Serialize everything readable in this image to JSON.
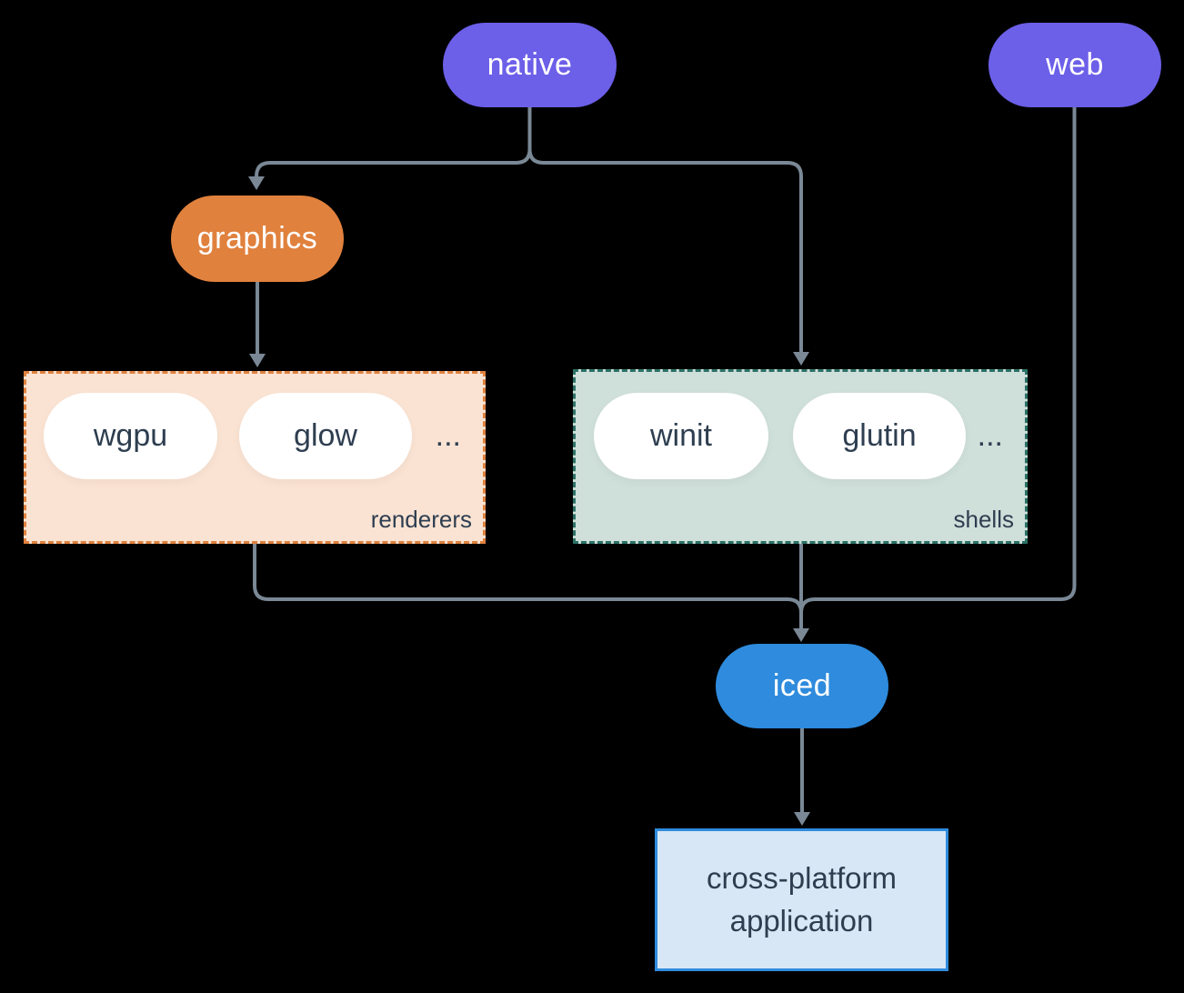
{
  "diagram": {
    "nodes": {
      "native": {
        "label": "native",
        "color": "#6C5FE8"
      },
      "web": {
        "label": "web",
        "color": "#6C5FE8"
      },
      "graphics": {
        "label": "graphics",
        "color": "#E0813D"
      },
      "wgpu": {
        "label": "wgpu"
      },
      "glow": {
        "label": "glow"
      },
      "winit": {
        "label": "winit"
      },
      "glutin": {
        "label": "glutin"
      },
      "iced": {
        "label": "iced",
        "color": "#2E8BDD"
      },
      "application": {
        "line1": "cross-platform",
        "line2": "application",
        "fill": "#D7E7F6",
        "border": "#2E8BDD"
      }
    },
    "groups": {
      "renderers": {
        "label": "renderers",
        "ellipsis": "...",
        "fill": "#FAE3D3",
        "border": "#E0813D"
      },
      "shells": {
        "label": "shells",
        "ellipsis": "...",
        "fill": "#CFDFDA",
        "border": "#2B7164"
      }
    },
    "edges": [
      {
        "from": "native",
        "to": "graphics"
      },
      {
        "from": "native",
        "to": "shells"
      },
      {
        "from": "graphics",
        "to": "renderers"
      },
      {
        "from": "renderers",
        "to": "iced"
      },
      {
        "from": "shells",
        "to": "iced"
      },
      {
        "from": "web",
        "to": "iced"
      },
      {
        "from": "iced",
        "to": "application"
      }
    ],
    "colors": {
      "background": "#000000",
      "connector": "#7A8896",
      "chip_white": "#FFFFFF",
      "text_dark": "#2E3E50",
      "text_light": "#FFFFFF"
    }
  }
}
